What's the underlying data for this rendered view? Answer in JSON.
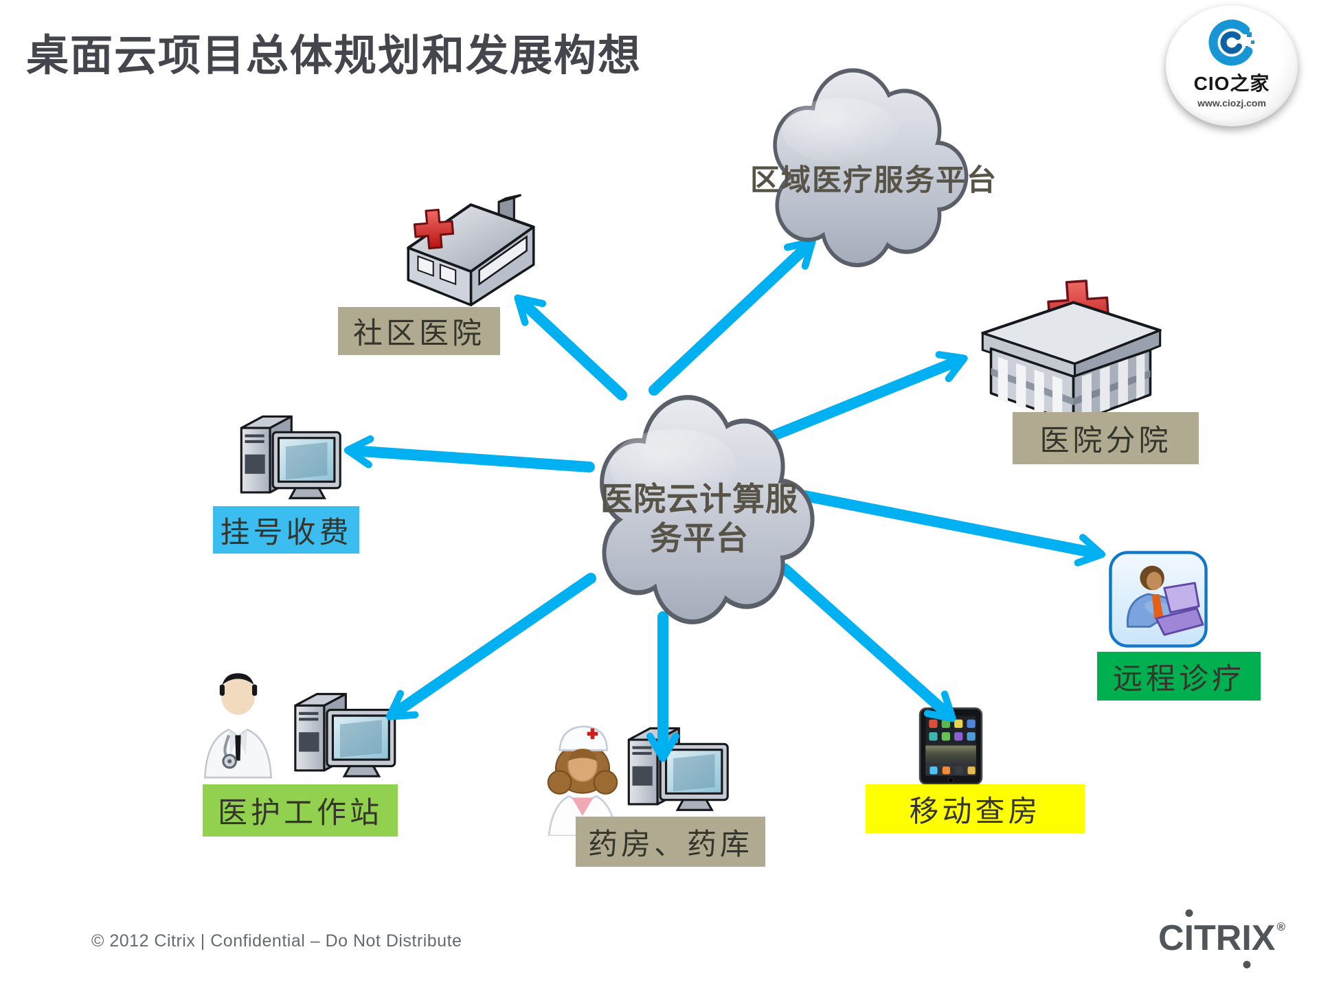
{
  "slide": {
    "title": "桌面云项目总体规划和发展构想",
    "footer": "© 2012 Citrix | Confidential – Do Not Distribute"
  },
  "logo_cio": {
    "name": "CIO之家",
    "url": "www.ciozj.com"
  },
  "citrix": {
    "c": "C",
    "i1": "I",
    "tr": "TR",
    "i2": "I",
    "x": "X",
    "reg": "®"
  },
  "clouds": {
    "regional": "区域医疗服务平台",
    "center_line1": "医院云计算服",
    "center_line2": "务平台"
  },
  "nodes": [
    {
      "id": "community-hospital",
      "label": "社区医院",
      "bg": "#AFAA90"
    },
    {
      "id": "registration-fees",
      "label": "挂号收费",
      "bg": "#3BBDF0"
    },
    {
      "id": "branch-hospital",
      "label": "医院分院",
      "bg": "#AFAA90"
    },
    {
      "id": "telemedicine",
      "label": "远程诊疗",
      "bg": "#00B050"
    },
    {
      "id": "medical-workstation",
      "label": "医护工作站",
      "bg": "#92D050"
    },
    {
      "id": "pharmacy",
      "label": "药房、药库",
      "bg": "#AFAA90"
    },
    {
      "id": "mobile-rounds",
      "label": "移动查房",
      "bg": "#FFFF00"
    }
  ],
  "colors": {
    "arrow": "#00B0F0"
  }
}
